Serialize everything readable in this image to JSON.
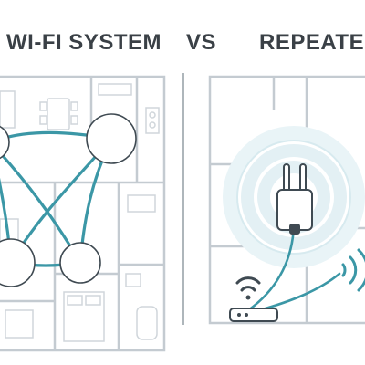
{
  "titles": {
    "left": "H WI-FI SYSTEM",
    "vs": "VS",
    "right": "REPEATER"
  },
  "colors": {
    "link": "#3b97a6",
    "plan_line": "#c4cbd1",
    "plan_line_dark": "#9aa3aa",
    "device_outline": "#3f4a52",
    "node_fill": "#ffffff",
    "signal_ring": "#e5f1f4",
    "title": "#3a4046"
  },
  "left_panel": {
    "name": "mesh-wifi-floorplan",
    "nodes": 4,
    "links": "fully connected"
  },
  "right_panel": {
    "name": "repeater-floorplan",
    "devices": [
      "router-icon",
      "repeater-icon",
      "wifi-signal-icon"
    ]
  }
}
